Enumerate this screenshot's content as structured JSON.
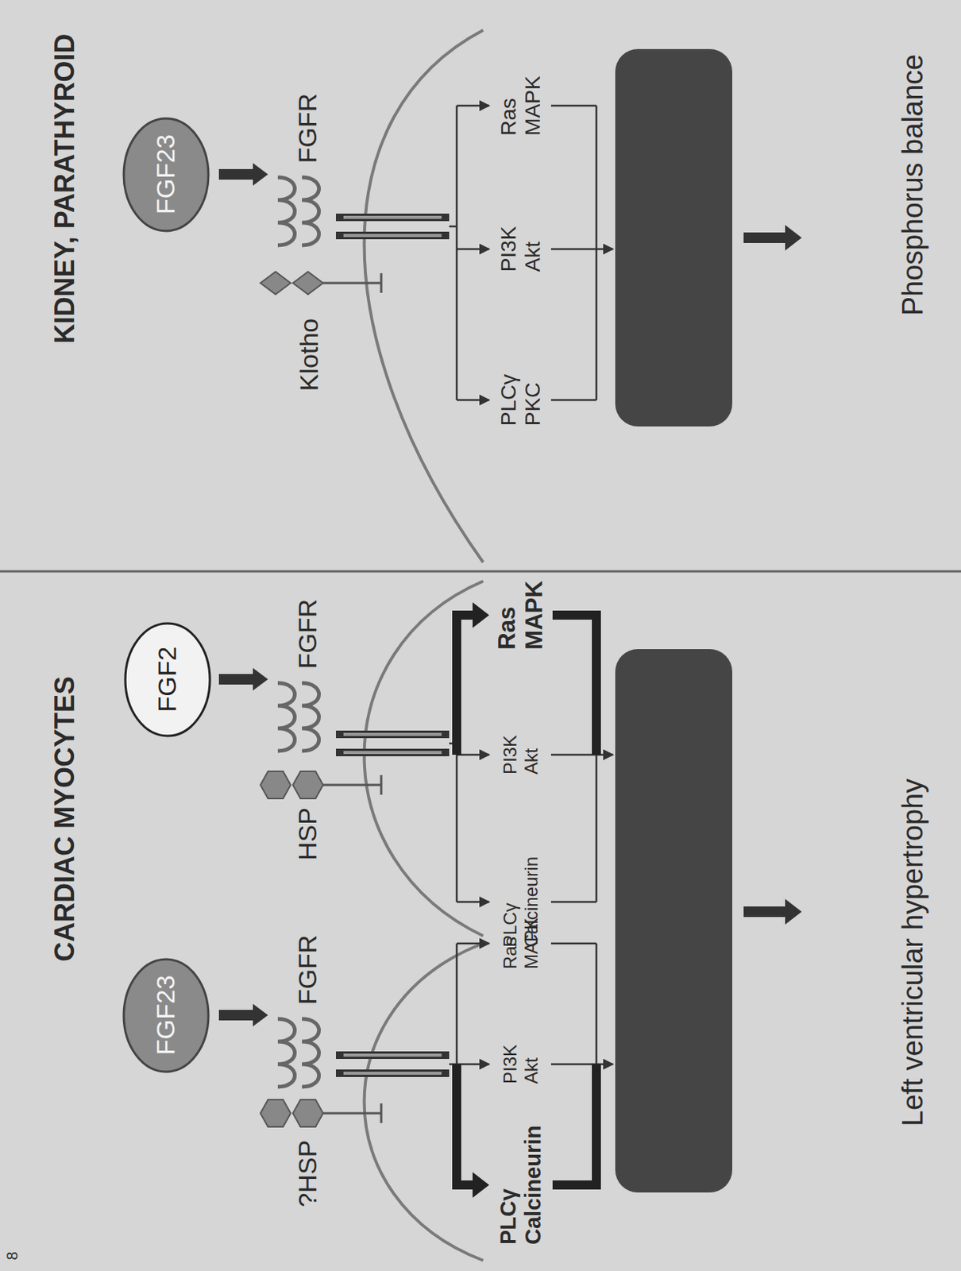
{
  "diagram": {
    "nodes": [
      {
        "text": [
          "FGF23"
        ]
      },
      {
        "text": [
          "FGF2"
        ]
      },
      {
        "text": [
          "FGF23"
        ]
      }
    ],
    "labels": [
      "KIDNEY, PARATHYROID",
      "FGFR",
      "Klotho",
      "Ras MAPK",
      "PI3K Akt",
      "PLCγ PKC",
      "Phosphorus balance",
      "CARDIAC MYOCYTES",
      "FGFR",
      "HSP",
      "Ras MAPK",
      "PI3K Akt",
      "PLCγ Calcineurin",
      "FGFR",
      "?HSP",
      "Ras MAPK",
      "PI3K Akt",
      "PLCγ Calcineurin",
      "Left ventricular hypertrophy",
      "8"
    ]
  }
}
